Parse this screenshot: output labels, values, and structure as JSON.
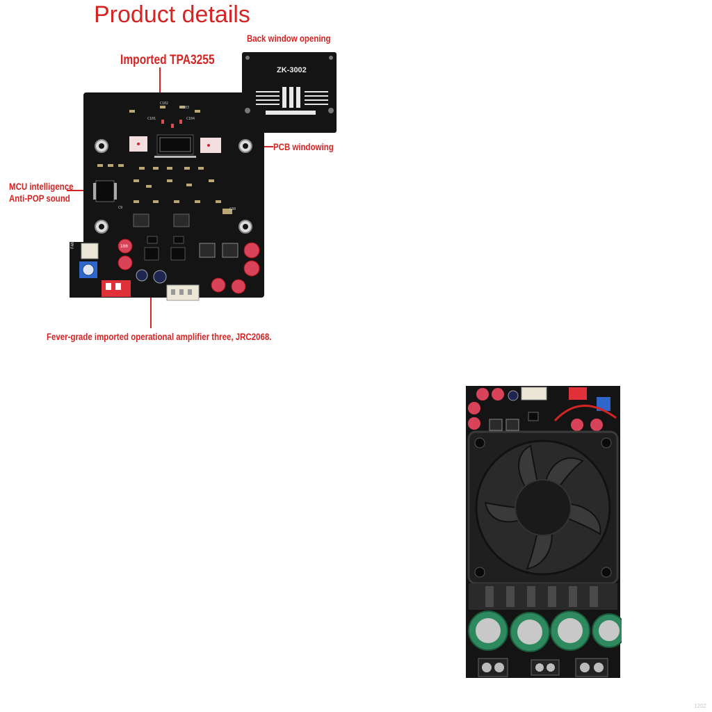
{
  "title": "Product details",
  "callouts": {
    "tpa": "Imported TPA3255",
    "back_window": "Back window opening",
    "pcb_window": "PCB windowing",
    "mcu_line1": "MCU intelligence",
    "mcu_line2": "Anti-POP sound",
    "opamp": "Fever-grade imported operational amplifier three, JRC2068."
  },
  "board_labels": {
    "model": "ZK-3002",
    "fan": "FAN",
    "c103": "C103",
    "c102": "C102",
    "c101": "C101",
    "c104": "C104",
    "c30": "C30",
    "c9": "C9",
    "cap_val": "100"
  },
  "watermark": "1202",
  "colors": {
    "accent": "#d42424",
    "pcb": "#141414",
    "cap_green": "#2e8a5e",
    "cap_red": "#d8435a"
  }
}
